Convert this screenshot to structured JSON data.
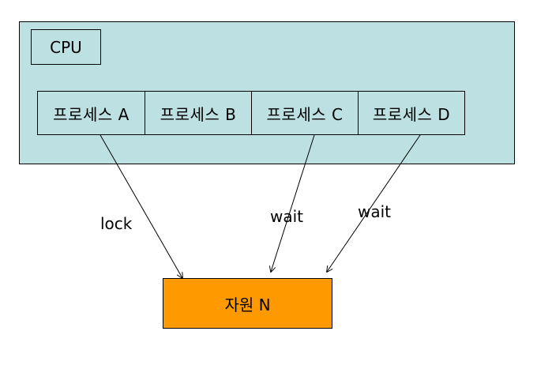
{
  "cpu": {
    "label": "CPU"
  },
  "processes": [
    {
      "label": "프로세스 A"
    },
    {
      "label": "프로세스 B"
    },
    {
      "label": "프로세스 C"
    },
    {
      "label": "프로세스 D"
    }
  ],
  "resource": {
    "label": "자원 N"
  },
  "edges": [
    {
      "label": "lock"
    },
    {
      "label": "wait"
    },
    {
      "label": "wait"
    }
  ],
  "colors": {
    "cpu_background": "#bde0e3",
    "resource_fill": "#ff9900",
    "line": "#000000"
  }
}
